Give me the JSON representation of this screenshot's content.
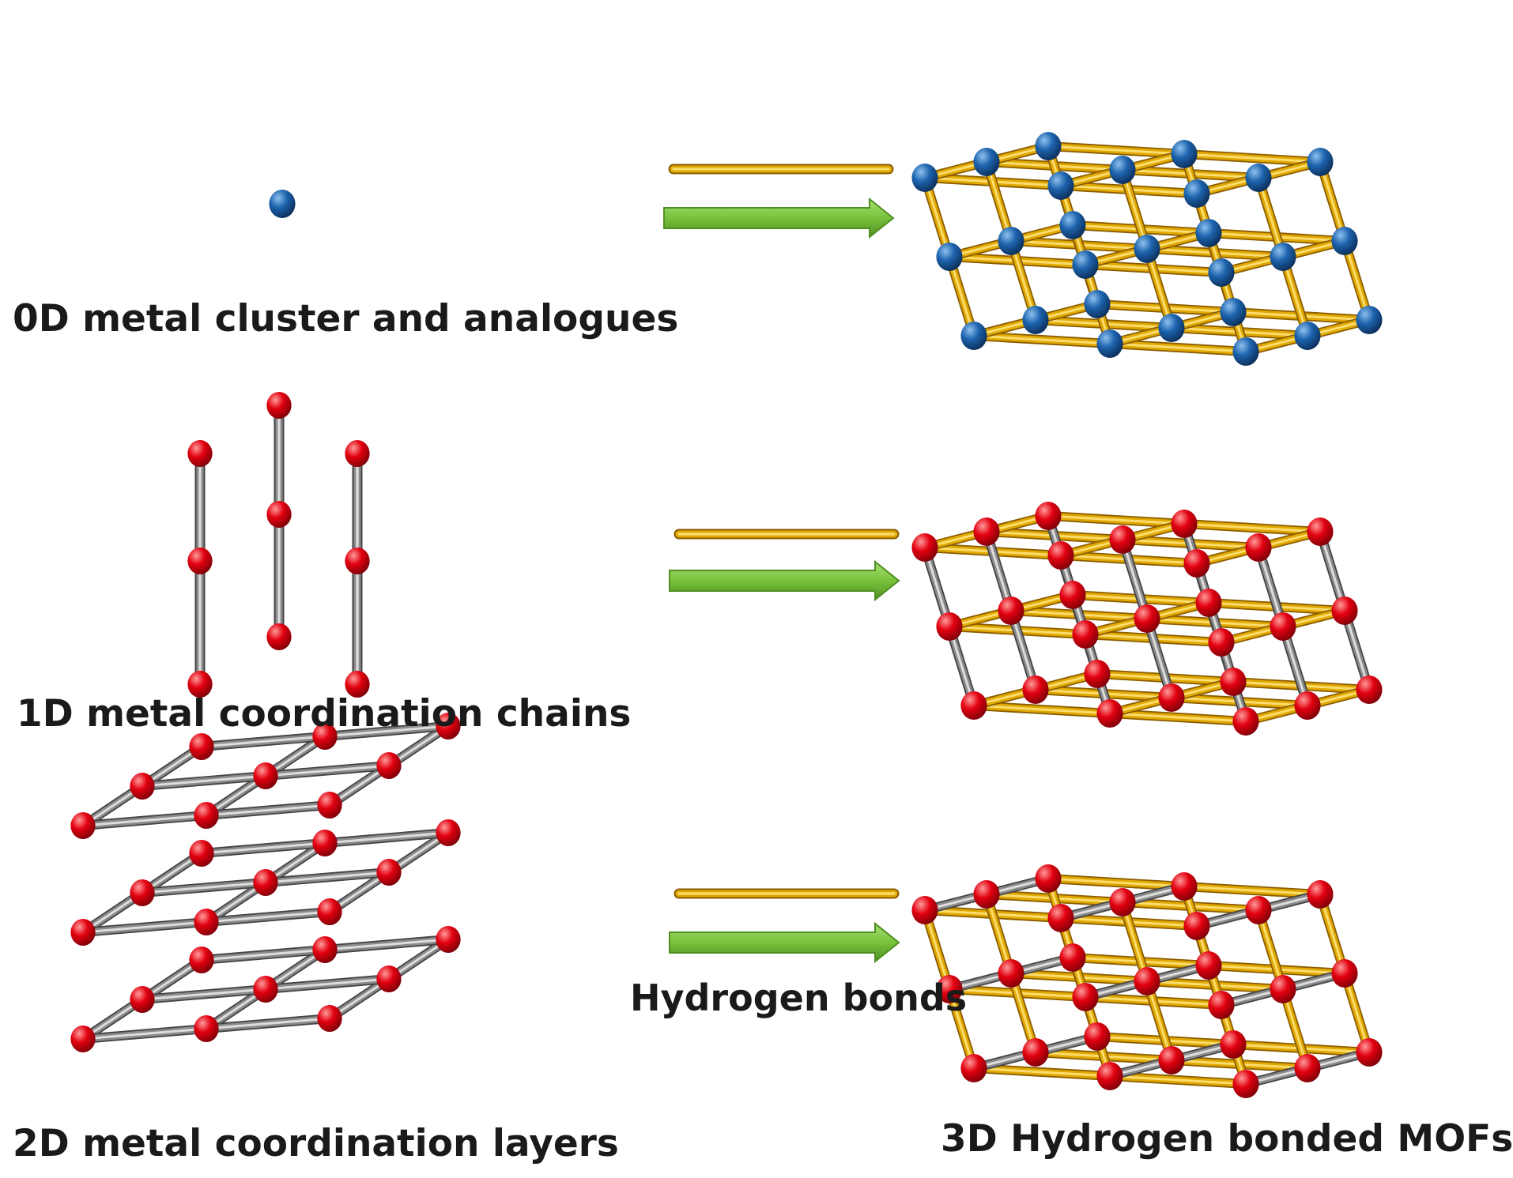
{
  "labels": {
    "zero_d": "0D metal cluster and analogues",
    "one_d": "1D metal coordination chains",
    "two_d": "2D metal coordination layers",
    "hydrogen_bonds": "Hydrogen bonds",
    "three_d": "3D Hydrogen bonded MOFs"
  },
  "colors": {
    "blue_node": "#1a5fa6",
    "red_node": "#e00010",
    "gold_bond": "#e0a800",
    "gray_bond": "#8a8a8a",
    "green_arrow": "#78c23c"
  }
}
